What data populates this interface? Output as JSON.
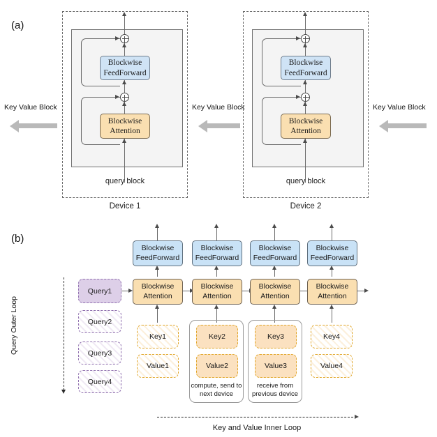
{
  "figure": {
    "panel_a": {
      "label": "(a)",
      "devices": [
        {
          "caption": "Device 1",
          "feedforward_label": "Blockwise\nFeedForward",
          "attention_label": "Blockwise\nAttention",
          "input_label": "query block",
          "add_symbol": "+"
        },
        {
          "caption": "Device 2",
          "feedforward_label": "Blockwise\nFeedForward",
          "attention_label": "Blockwise\nAttention",
          "input_label": "query block",
          "add_symbol": "+"
        }
      ],
      "kv_arrows": [
        {
          "label": "Key Value Block"
        },
        {
          "label": "Key Value Block"
        },
        {
          "label": "Key Value Block"
        }
      ]
    },
    "panel_b": {
      "label": "(b)",
      "outer_loop_label": "Query Outer Loop",
      "inner_loop_label": "Key and Value Inner Loop",
      "queries": [
        {
          "label": "Query1",
          "active": true
        },
        {
          "label": "Query2",
          "active": false
        },
        {
          "label": "Query3",
          "active": false
        },
        {
          "label": "Query4",
          "active": false
        }
      ],
      "columns": [
        {
          "feedforward_label": "Blockwise\nFeedForward",
          "attention_label": "Blockwise\nAttention",
          "key_label": "Key1",
          "value_label": "Value1",
          "active": false,
          "note": ""
        },
        {
          "feedforward_label": "Blockwise\nFeedForward",
          "attention_label": "Blockwise\nAttention",
          "key_label": "Key2",
          "value_label": "Value2",
          "active": true,
          "note": "compute, send to\nnext device"
        },
        {
          "feedforward_label": "Blockwise\nFeedForward",
          "attention_label": "Blockwise\nAttention",
          "key_label": "Key3",
          "value_label": "Value3",
          "active": true,
          "note": "receive from\nprevious device"
        },
        {
          "feedforward_label": "Blockwise\nFeedForward",
          "attention_label": "Blockwise\nAttention",
          "key_label": "Key4",
          "value_label": "Value4",
          "active": false,
          "note": ""
        }
      ]
    },
    "colors": {
      "feedforward_fill": "#cfe3f5",
      "attention_fill": "#fadfb1",
      "query_fill": "#ddcfe8",
      "query_border": "#8f6fae",
      "kv_border": "#e0a526",
      "kv_fill": "#fbe1c0",
      "device_fill": "#f4f4f4",
      "kv_arrow": "#b9b9b9",
      "line": "#6a6a6a"
    }
  }
}
